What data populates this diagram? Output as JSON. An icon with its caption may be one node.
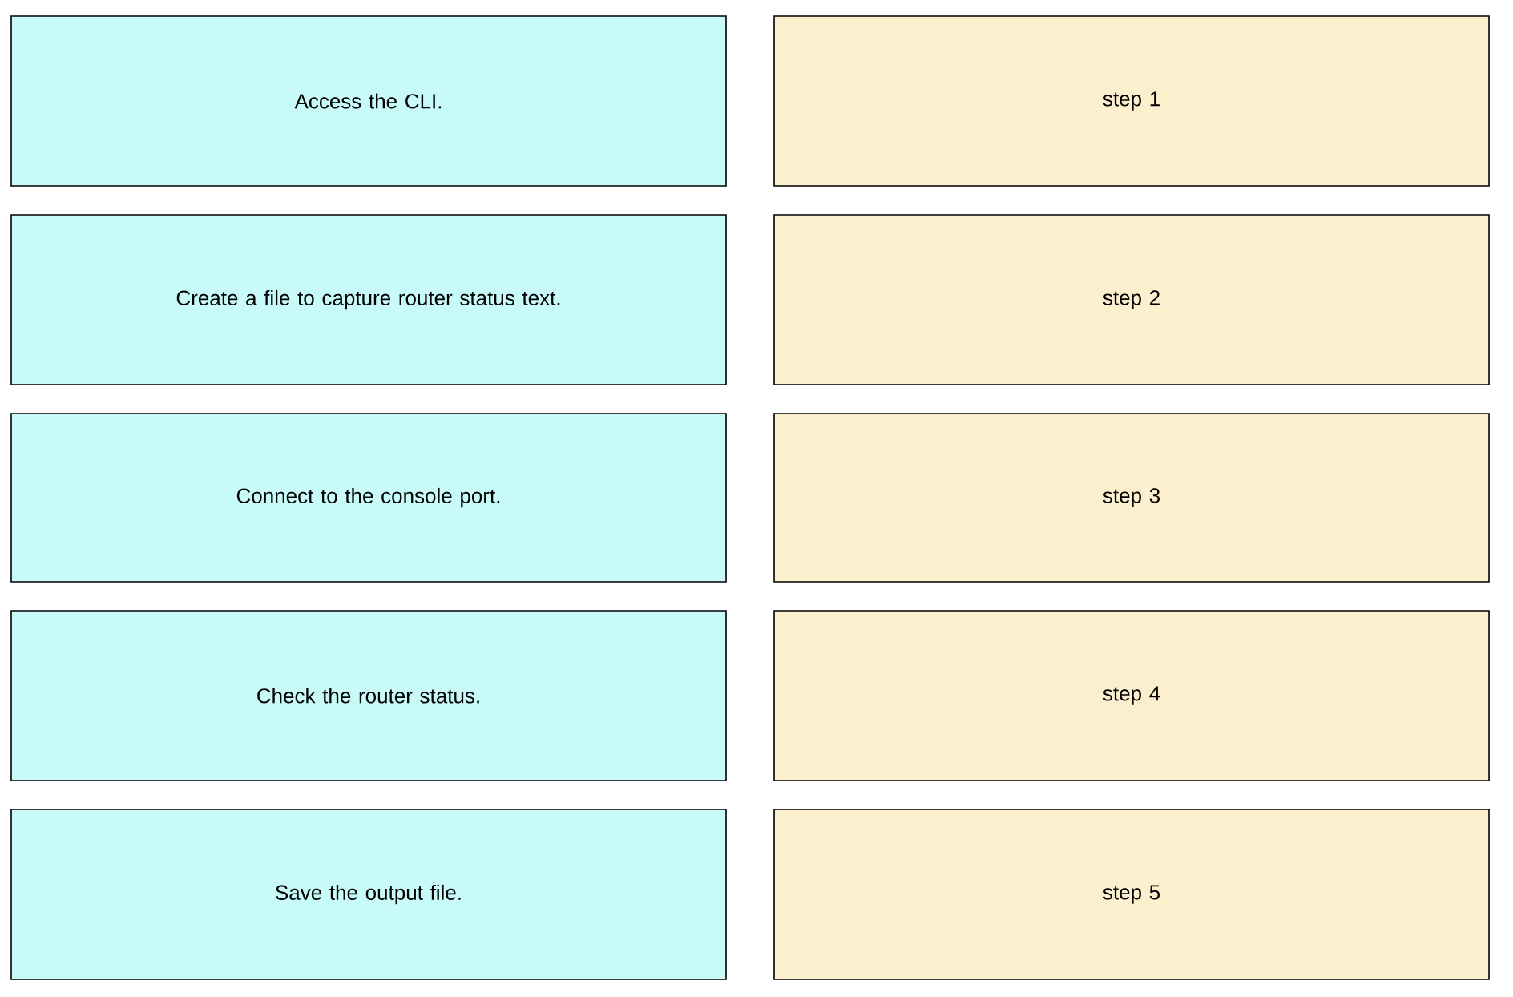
{
  "diagram": {
    "nodes": [
      {
        "text": [
          "Access the CLI."
        ]
      },
      {
        "text": [
          "step 1"
        ]
      },
      {
        "text": [
          "Create a file to capture router status text."
        ]
      },
      {
        "text": [
          "step 2"
        ]
      },
      {
        "text": [
          "Connect to the console port."
        ]
      },
      {
        "text": [
          "step 3"
        ]
      },
      {
        "text": [
          "Check the router status."
        ]
      },
      {
        "text": [
          "step 4"
        ]
      },
      {
        "text": [
          "Save the output file."
        ]
      },
      {
        "text": [
          "step 5"
        ]
      }
    ]
  }
}
